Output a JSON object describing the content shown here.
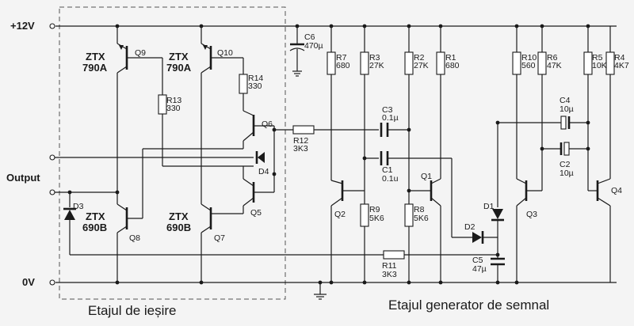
{
  "rails": {
    "vcc": "+12V",
    "gnd": "0V",
    "output": "Output"
  },
  "sections": {
    "output_stage": "Etajul de ieșire",
    "generator": "Etajul generator de semnal"
  },
  "transistors": {
    "q9": {
      "ref": "Q9",
      "type": "ZTX\n790A"
    },
    "q10": {
      "ref": "Q10",
      "type": "ZTX\n790A"
    },
    "q8": {
      "ref": "Q8",
      "type": "ZTX\n690B"
    },
    "q7": {
      "ref": "Q7",
      "type": "ZTX\n690B"
    },
    "q6": {
      "ref": "Q6"
    },
    "q5": {
      "ref": "Q5"
    },
    "q2": {
      "ref": "Q2"
    },
    "q1": {
      "ref": "Q1"
    },
    "q3": {
      "ref": "Q3"
    },
    "q4": {
      "ref": "Q4"
    }
  },
  "resistors": {
    "r13": {
      "ref": "R13",
      "value": "330"
    },
    "r14": {
      "ref": "R14",
      "value": "330"
    },
    "r12": {
      "ref": "R12",
      "value": "3K3"
    },
    "r7": {
      "ref": "R7",
      "value": "680"
    },
    "r3": {
      "ref": "R3",
      "value": "27K"
    },
    "r2": {
      "ref": "R2",
      "value": "27K"
    },
    "r1": {
      "ref": "R1",
      "value": "680"
    },
    "r9": {
      "ref": "R9",
      "value": "5K6"
    },
    "r8": {
      "ref": "R8",
      "value": "5K6"
    },
    "r11": {
      "ref": "R11",
      "value": "3K3"
    },
    "r10": {
      "ref": "R10",
      "value": "560"
    },
    "r6": {
      "ref": "R6",
      "value": "47K"
    },
    "r5": {
      "ref": "R5",
      "value": "10K"
    },
    "r4": {
      "ref": "R4",
      "value": "4K7"
    }
  },
  "capacitors": {
    "c6": {
      "ref": "C6",
      "value": "470µ"
    },
    "c3": {
      "ref": "C3",
      "value": "0.1µ"
    },
    "c1": {
      "ref": "C1",
      "value": "0.1u"
    },
    "c4": {
      "ref": "C4",
      "value": "10µ"
    },
    "c2": {
      "ref": "C2",
      "value": "10µ"
    },
    "c5": {
      "ref": "C5",
      "value": "47µ"
    }
  },
  "diodes": {
    "d3": "D3",
    "d4": "D4",
    "d1": "D1",
    "d2": "D2"
  }
}
